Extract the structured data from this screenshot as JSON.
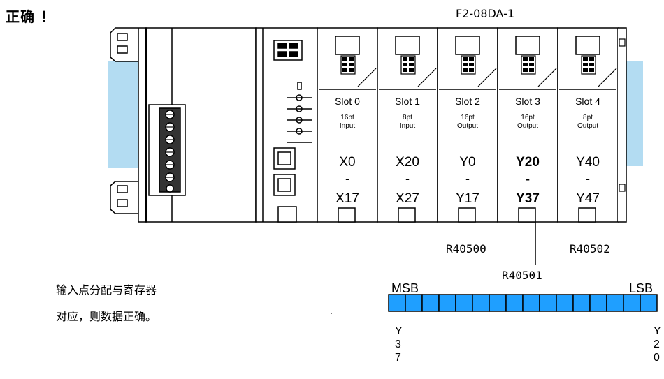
{
  "title": "正确 ！",
  "module_name": "F2-08DA-1",
  "slots": [
    {
      "name": "Slot 0",
      "points": "16pt",
      "type": "Input",
      "start": "X0",
      "end": "X17",
      "bold": false
    },
    {
      "name": "Slot 1",
      "points": "8pt",
      "type": "Input",
      "start": "X20",
      "end": "X27",
      "bold": false
    },
    {
      "name": "Slot 2",
      "points": "16pt",
      "type": "Output",
      "start": "Y0",
      "end": "Y17",
      "bold": false
    },
    {
      "name": "Slot 3",
      "points": "16pt",
      "type": "Output",
      "start": "Y20",
      "end": "Y37",
      "bold": true
    },
    {
      "name": "Slot 4",
      "points": "8pt",
      "type": "Output",
      "start": "Y40",
      "end": "Y47",
      "bold": false
    }
  ],
  "dash": "-",
  "registers": [
    "R40500",
    "R40501",
    "R40502"
  ],
  "description": [
    "输入点分配与寄存器",
    "对应，则数据正确。"
  ],
  "bits": {
    "msb_label": "MSB",
    "lsb_label": "LSB",
    "msb_point": [
      "Y",
      "3",
      "7"
    ],
    "lsb_point": [
      "Y",
      "2",
      "0"
    ],
    "count": 16
  },
  "colors": {
    "bit_fill": "#1f9fff",
    "rail": "#b3dcf2",
    "outline": "#000000"
  }
}
